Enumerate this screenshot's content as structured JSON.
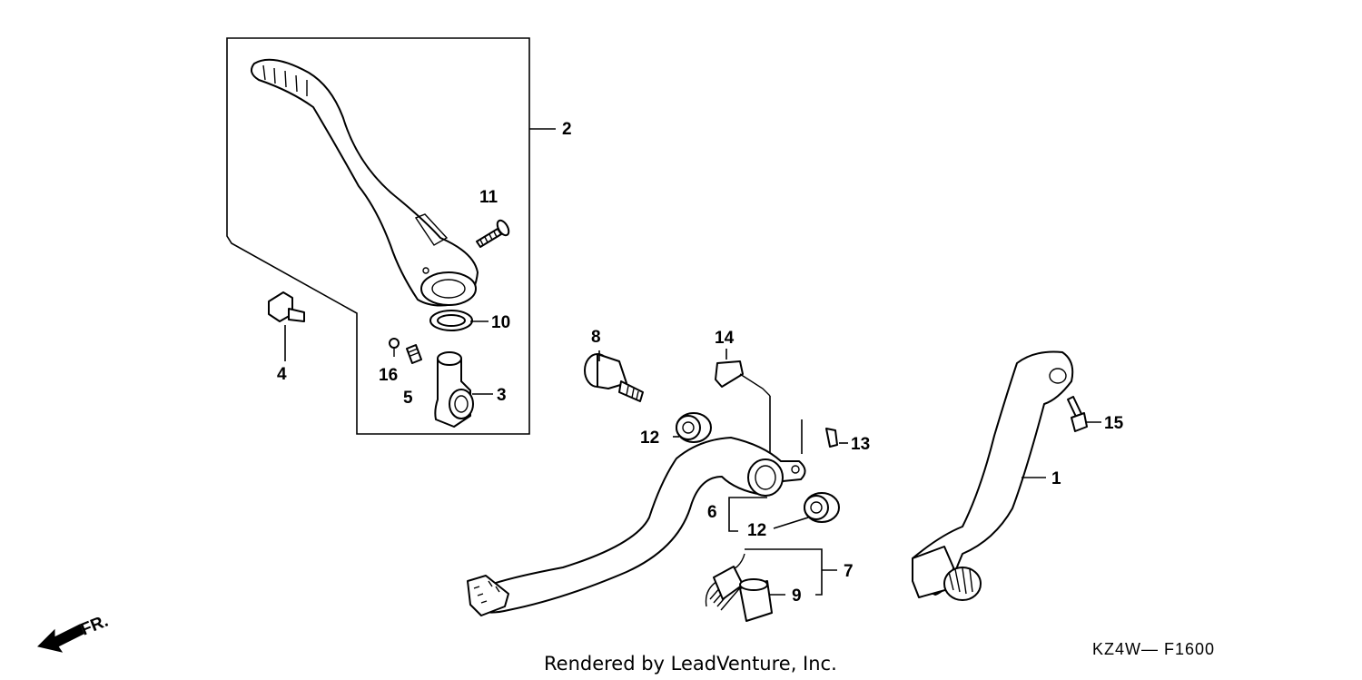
{
  "diagram": {
    "part_labels": {
      "p1": "1",
      "p2": "2",
      "p3": "3",
      "p4": "4",
      "p5": "5",
      "p6": "6",
      "p7": "7",
      "p8": "8",
      "p9": "9",
      "p10": "10",
      "p11": "11",
      "p12a": "12",
      "p12b": "12",
      "p13": "13",
      "p14": "14",
      "p15": "15",
      "p16": "16"
    },
    "front_indicator": "FR.",
    "footer": "Rendered by LeadVenture, Inc.",
    "diagram_code": "KZ4W— F1600"
  }
}
